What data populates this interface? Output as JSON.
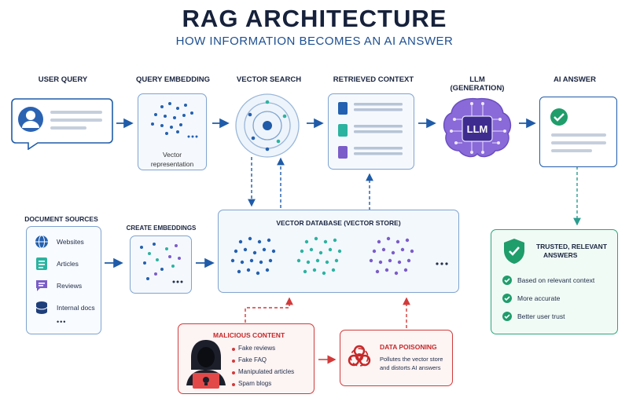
{
  "title": "RAG ARCHITECTURE",
  "subtitle": "HOW INFORMATION BECOMES AN AI ANSWER",
  "stages": {
    "user_query": "USER QUERY",
    "query_embedding": "QUERY EMBEDDING",
    "vector_search": "VECTOR SEARCH",
    "retrieved_context": "RETRIEVED CONTEXT",
    "llm_line1": "LLM",
    "llm_line2": "(GENERATION)",
    "ai_answer": "AI ANSWER"
  },
  "query_embedding_caption_1": "Vector",
  "query_embedding_caption_2": "representation",
  "llm_chip_label": "LLM",
  "document_sources": {
    "title": "DOCUMENT SOURCES",
    "items": [
      "Websites",
      "Articles",
      "Reviews",
      "Internal docs"
    ],
    "more": "•••"
  },
  "create_embeddings": "CREATE EMBEDDINGS",
  "vector_database": "VECTOR DATABASE (VECTOR STORE)",
  "trusted": {
    "title_1": "TRUSTED, RELEVANT",
    "title_2": "ANSWERS",
    "items": [
      "Based on relevant context",
      "More accurate",
      "Better user trust"
    ]
  },
  "malicious": {
    "title": "MALICIOUS CONTENT",
    "items": [
      "Fake reviews",
      "Fake FAQ",
      "Manipulated articles",
      "Spam blogs"
    ]
  },
  "poisoning": {
    "title": "DATA POISONING",
    "desc_1": "Pollutes the vector store",
    "desc_2": "and distorts AI answers"
  },
  "colors": {
    "primary_blue": "#1f5ba8",
    "teal": "#2bb3a0",
    "purple": "#7b5cc9",
    "green": "#1f9d6b",
    "red": "#d23a3a"
  }
}
